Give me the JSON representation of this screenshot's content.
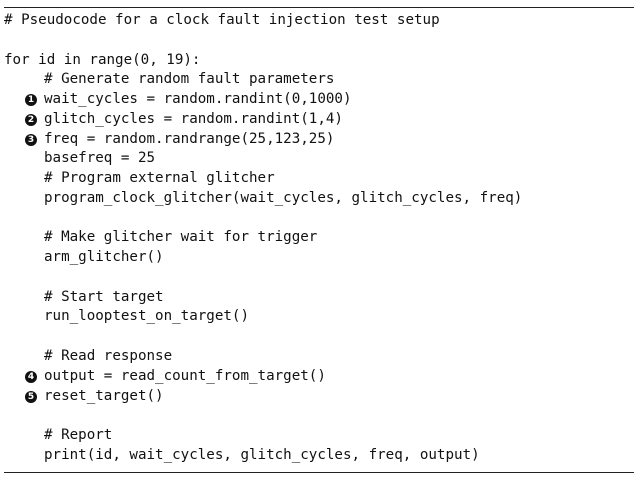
{
  "listing": {
    "lines": [
      {
        "text": "# Pseudocode for a clock fault injection test setup",
        "indent": 0
      },
      {
        "text": "",
        "indent": 0
      },
      {
        "text": "for id in range(0, 19):",
        "indent": 0
      },
      {
        "text": "# Generate random fault parameters",
        "indent": 1
      },
      {
        "text": "wait_cycles = random.randint(0,1000)",
        "indent": 1,
        "marker": "1"
      },
      {
        "text": "glitch_cycles = random.randint(1,4)",
        "indent": 1,
        "marker": "2"
      },
      {
        "text": "freq = random.randrange(25,123,25)",
        "indent": 1,
        "marker": "3"
      },
      {
        "text": "basefreq = 25",
        "indent": 1
      },
      {
        "text": "# Program external glitcher",
        "indent": 1
      },
      {
        "text": "program_clock_glitcher(wait_cycles, glitch_cycles, freq)",
        "indent": 1
      },
      {
        "text": "",
        "indent": 0
      },
      {
        "text": "# Make glitcher wait for trigger",
        "indent": 1
      },
      {
        "text": "arm_glitcher()",
        "indent": 1
      },
      {
        "text": "",
        "indent": 0
      },
      {
        "text": "# Start target",
        "indent": 1
      },
      {
        "text": "run_looptest_on_target()",
        "indent": 1
      },
      {
        "text": "",
        "indent": 0
      },
      {
        "text": "# Read response",
        "indent": 1
      },
      {
        "text": "output = read_count_from_target()",
        "indent": 1,
        "marker": "4"
      },
      {
        "text": "reset_target()",
        "indent": 1,
        "marker": "5"
      },
      {
        "text": "",
        "indent": 0
      },
      {
        "text": "# Report",
        "indent": 1
      },
      {
        "text": "print(id, wait_cycles, glitch_cycles, freq, output)",
        "indent": 1
      }
    ]
  }
}
